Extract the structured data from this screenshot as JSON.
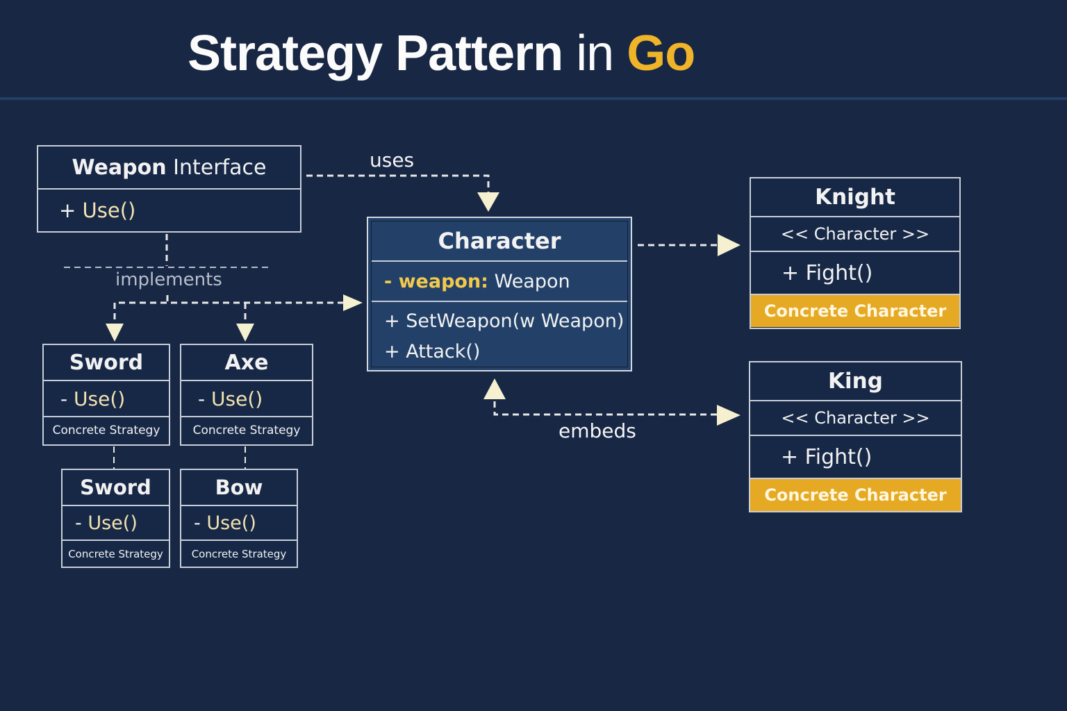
{
  "title": {
    "main": "Strategy Pattern",
    "middle": "in",
    "accent": "Go",
    "accent_color": "#f0b429"
  },
  "colors": {
    "background": "#182744",
    "character_fill": "#234168",
    "concrete_character": "#e6a923",
    "arrow_head": "#f5f0d0"
  },
  "weapon_interface": {
    "name": "Weapon",
    "kind": "Interface",
    "method": "+ Use()",
    "method_prefix": "+",
    "method_name": "Use()"
  },
  "relations": {
    "uses": "uses",
    "implements": "implements",
    "embeds": "embeds"
  },
  "character": {
    "name": "Character",
    "field_prefix": "- weapon:",
    "field_type": "Weapon",
    "methods": [
      "+ SetWeapon(w Weapon)",
      "+ Attack()"
    ]
  },
  "strategies": [
    {
      "name": "Sword",
      "method_prefix": "-",
      "method": "Use()",
      "stereotype": "Concrete Strategy"
    },
    {
      "name": "Axe",
      "method_prefix": "-",
      "method": "Use()",
      "stereotype": "Concrete Strategy"
    },
    {
      "name": "Sword",
      "method_prefix": "-",
      "method": "Use()",
      "stereotype": "Concrete Strategy"
    },
    {
      "name": "Bow",
      "method_prefix": "-",
      "method": "Use()",
      "stereotype": "Concrete Strategy"
    }
  ],
  "concrete_characters": [
    {
      "name": "Knight",
      "stereotype": "<< Character >>",
      "method": "+ Fight()",
      "badge": "Concrete Character"
    },
    {
      "name": "King",
      "stereotype": "<< Character >>",
      "method": "+ Fight()",
      "badge": "Concrete Character"
    }
  ]
}
